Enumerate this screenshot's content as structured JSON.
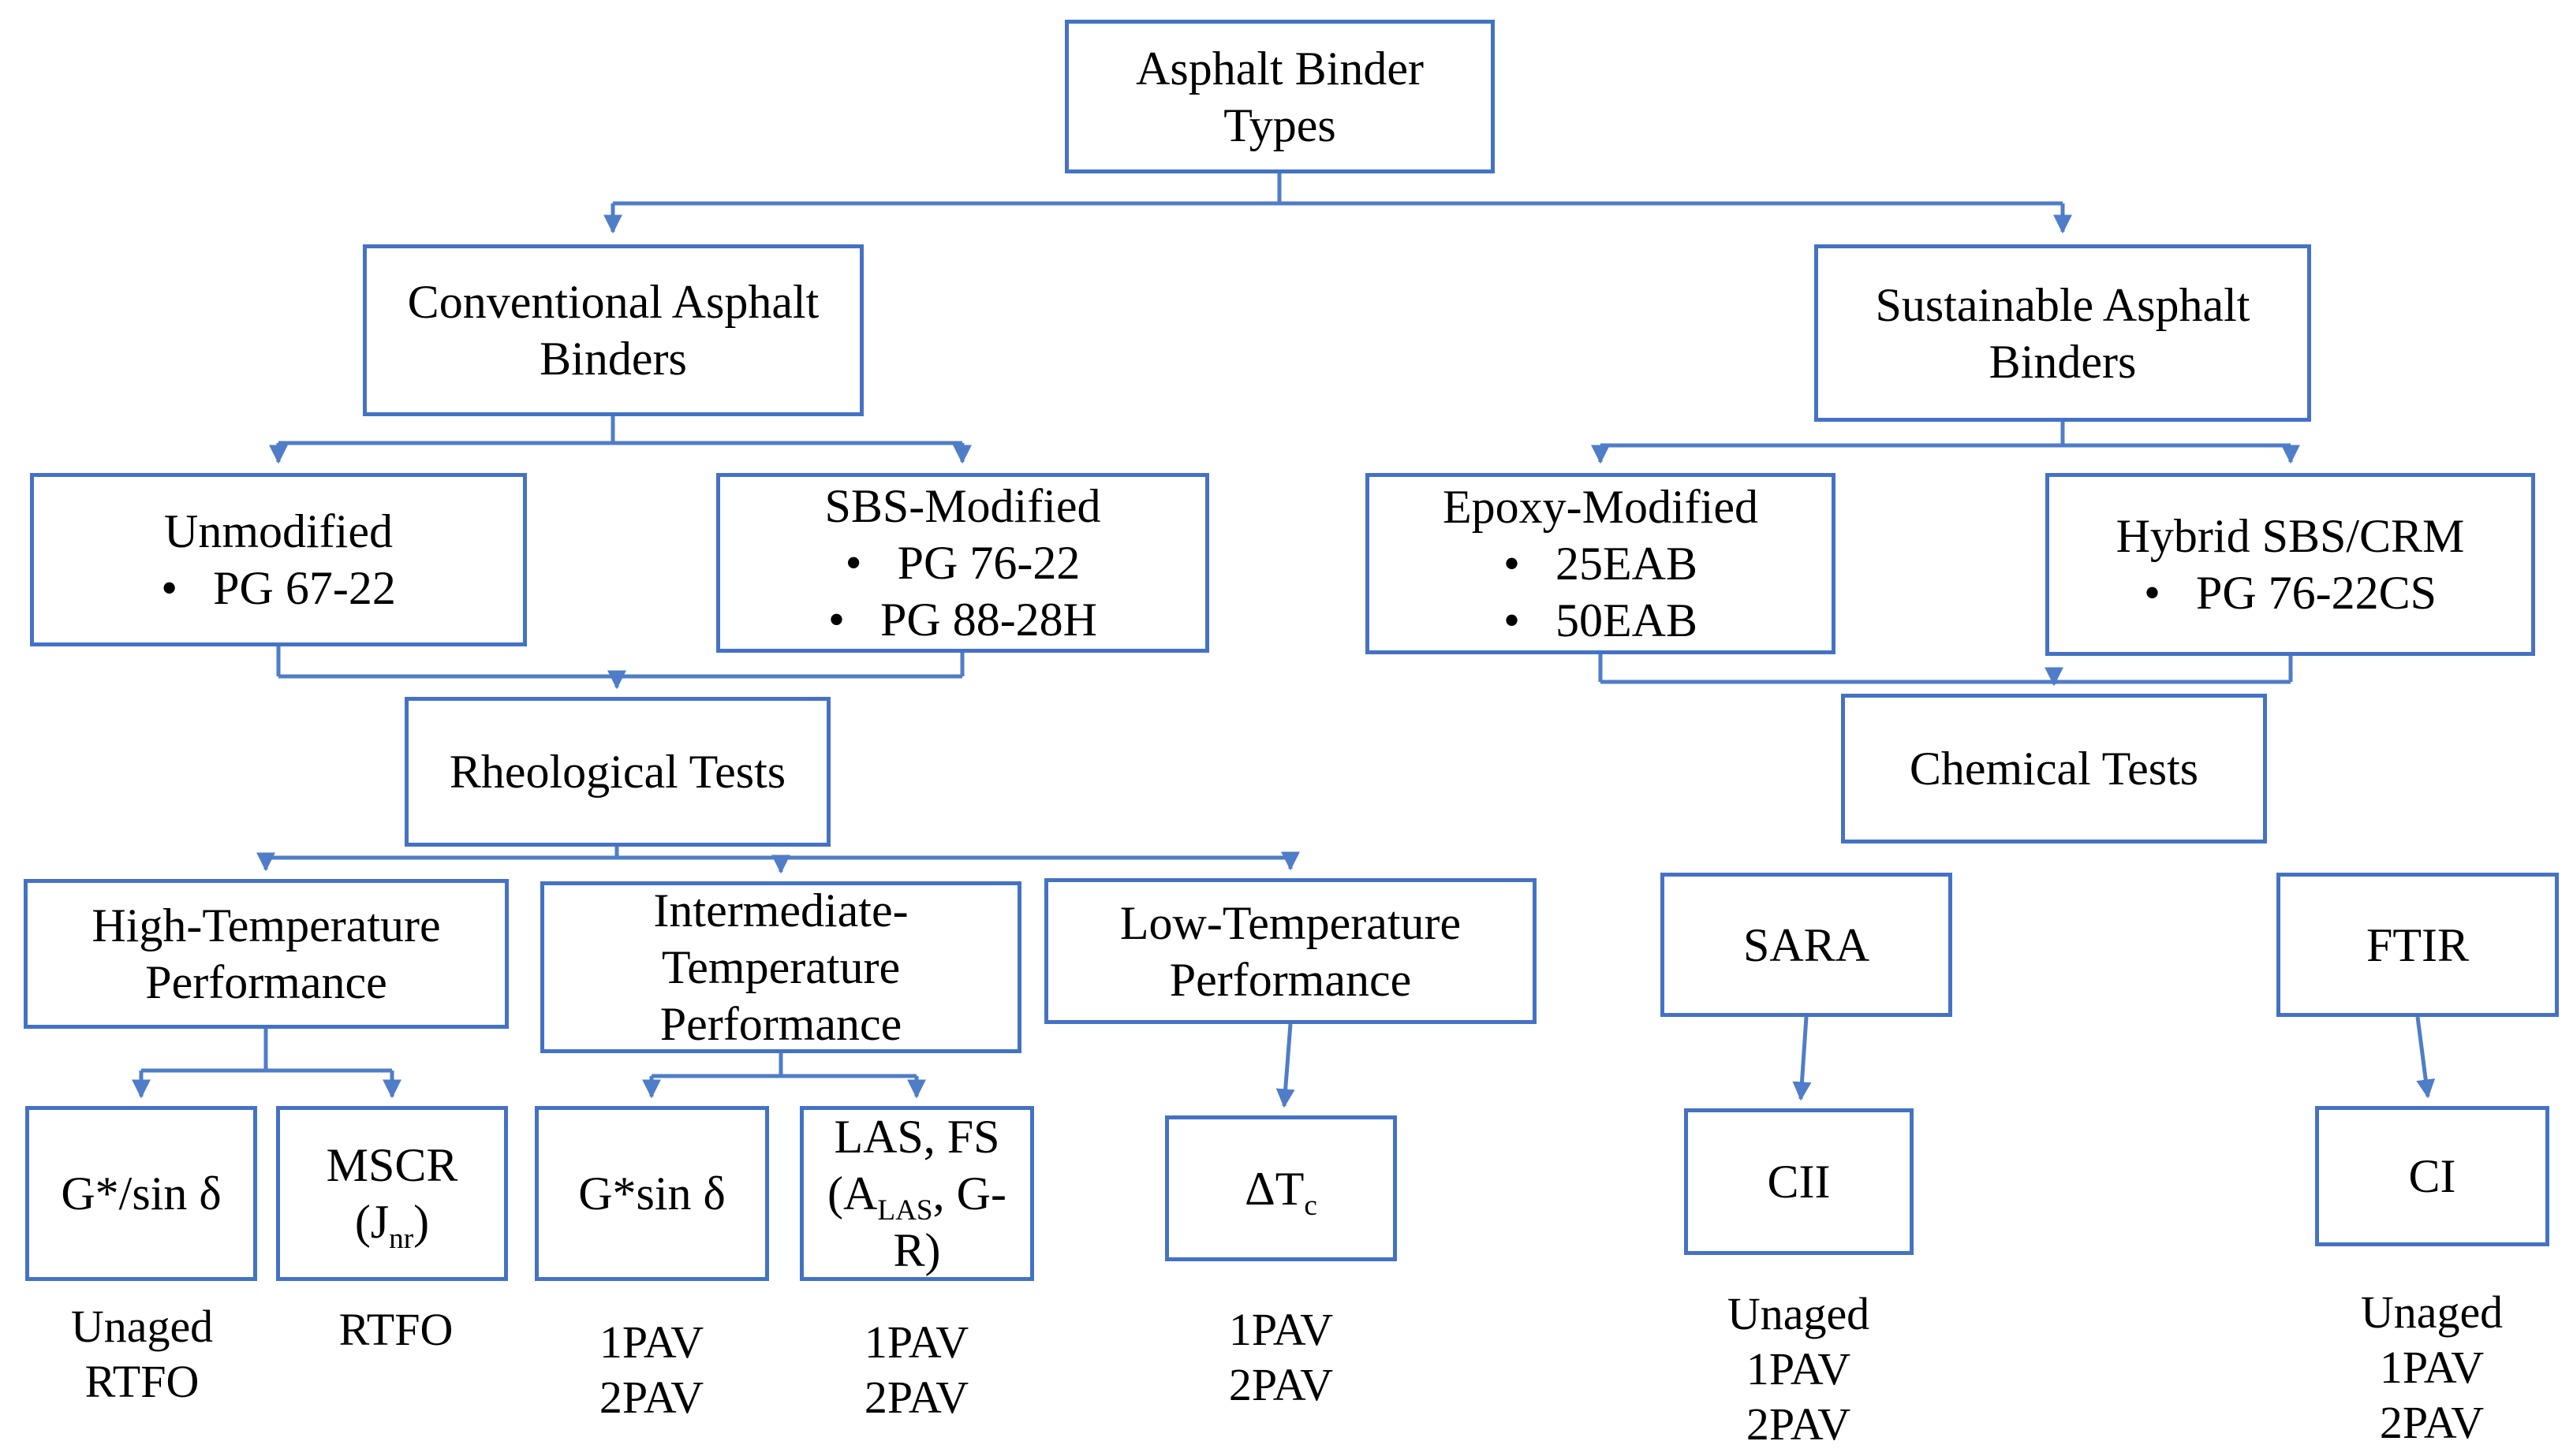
{
  "colors": {
    "box_border": "#4472c4",
    "connector": "#4f7dc8",
    "text": "#000000",
    "background": "#ffffff"
  },
  "nodes": {
    "root": {
      "lines": [
        "Asphalt Binder",
        "Types"
      ]
    },
    "conventional": {
      "lines": [
        "Conventional Asphalt",
        "Binders"
      ]
    },
    "sustainable": {
      "lines": [
        "Sustainable Asphalt",
        "Binders"
      ]
    },
    "unmodified": {
      "lines": [
        "Unmodified",
        "•   PG 67-22"
      ]
    },
    "sbs": {
      "lines": [
        "SBS-Modified",
        "•   PG 76-22",
        "•   PG 88-28H"
      ]
    },
    "epoxy": {
      "lines": [
        "Epoxy-Modified",
        "•   25EAB",
        "•   50EAB"
      ]
    },
    "hybrid": {
      "lines": [
        "Hybrid SBS/CRM",
        "•   PG 76-22CS"
      ]
    },
    "rheological": {
      "lines": [
        "Rheological Tests"
      ]
    },
    "chemical": {
      "lines": [
        "Chemical Tests"
      ]
    },
    "hightemp": {
      "lines": [
        "High-Temperature",
        "Performance"
      ]
    },
    "intermediate": {
      "lines": [
        "Intermediate-",
        "Temperature",
        "Performance"
      ]
    },
    "lowtemp": {
      "lines": [
        "Low-Temperature",
        "Performance"
      ]
    },
    "sara": {
      "lines": [
        "SARA"
      ]
    },
    "ftir": {
      "lines": [
        "FTIR"
      ]
    },
    "gstar_over_sin_delta": {
      "lines": [
        "G*/sin δ"
      ]
    },
    "mscr": {
      "lines": [
        "MSCR",
        "(J<sub>nr</sub>)"
      ]
    },
    "gstar_sin_delta": {
      "lines": [
        "G*sin δ"
      ]
    },
    "las_fs": {
      "lines": [
        "LAS, FS",
        "(A<sub>LAS</sub>, G-",
        "R)"
      ]
    },
    "delta_tc": {
      "lines": [
        "ΔT<sub>c</sub>"
      ]
    },
    "cii": {
      "lines": [
        "CII"
      ]
    },
    "ci": {
      "lines": [
        "CI"
      ]
    }
  },
  "captions": {
    "gstar_over_sin_delta": {
      "lines": [
        "Unaged",
        "RTFO"
      ]
    },
    "mscr": {
      "lines": [
        "RTFO"
      ]
    },
    "gstar_sin_delta": {
      "lines": [
        "1PAV",
        "2PAV"
      ]
    },
    "las_fs": {
      "lines": [
        "1PAV",
        "2PAV"
      ]
    },
    "delta_tc": {
      "lines": [
        "1PAV",
        "2PAV"
      ]
    },
    "cii": {
      "lines": [
        "Unaged",
        "1PAV",
        "2PAV"
      ]
    },
    "ci": {
      "lines": [
        "Unaged",
        "1PAV",
        "2PAV"
      ]
    }
  }
}
